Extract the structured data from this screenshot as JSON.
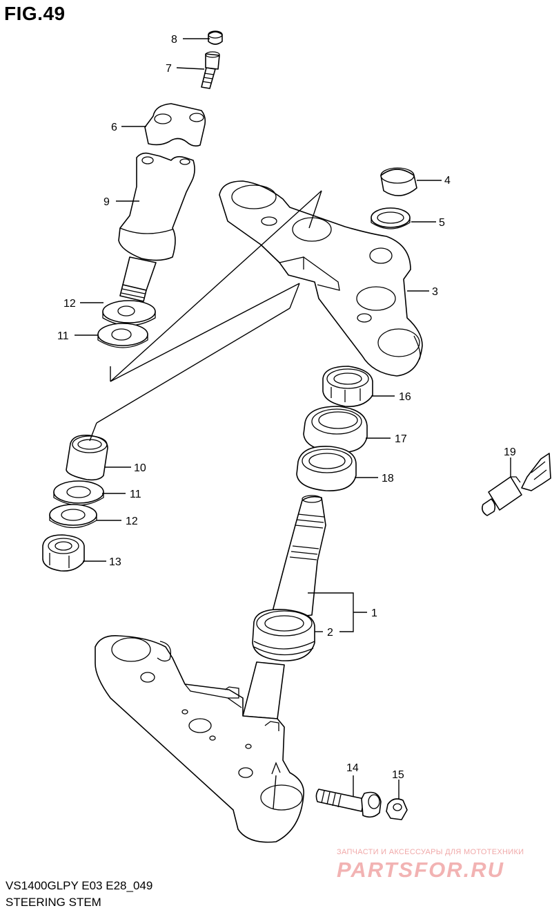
{
  "header": {
    "figure": "FIG.49"
  },
  "footer": {
    "model": "VS1400GLPY E03 E28_049",
    "section": "STEERING STEM"
  },
  "watermark": {
    "tagline": "ЗАПЧАСТИ И АКСЕССУАРЫ ДЛЯ МОТОТЕХНИКИ",
    "site": "PARTSFOR.RU"
  },
  "callouts": {
    "c1": "1",
    "c2": "2",
    "c3": "3",
    "c4": "4",
    "c5": "5",
    "c6": "6",
    "c7": "7",
    "c8": "8",
    "c9": "9",
    "c10": "10",
    "c11a": "11",
    "c11b": "11",
    "c12a": "12",
    "c12b": "12",
    "c13": "13",
    "c14": "14",
    "c15": "15",
    "c16": "16",
    "c17": "17",
    "c18": "18",
    "c19": "19"
  }
}
